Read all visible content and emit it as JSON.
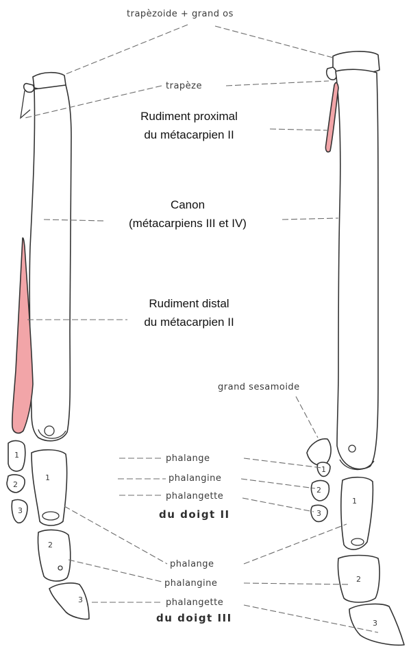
{
  "colors": {
    "rudiment_fill": "#f2a5a8",
    "line": "#333333",
    "background": "#ffffff"
  },
  "labels": {
    "trapezoide_grand_os": "trapèzoide + grand os",
    "trapeze": "trapèze",
    "rudiment_proximal_1": "Rudiment proximal",
    "rudiment_proximal_2": "du métacarpien II",
    "canon_1": "Canon",
    "canon_2": "(métacarpiens III et IV)",
    "rudiment_distal_1": "Rudiment distal",
    "rudiment_distal_2": "du métacarpien II",
    "grand_sesamoide": "grand sesamoide",
    "phalange_ii": "phalange",
    "phalangine_ii": "phalangine",
    "phalangette_ii": "phalangette",
    "du_doigt_ii": "du doigt II",
    "phalange_iii": "phalange",
    "phalangine_iii": "phalangine",
    "phalangette_iii": "phalangette",
    "du_doigt_iii": "du doigt III"
  },
  "bone_numbers": {
    "left_digit_ii": [
      "1",
      "2",
      "3"
    ],
    "left_digit_iii": [
      "1",
      "2",
      "3"
    ],
    "right_digit_ii": [
      "1",
      "2",
      "3"
    ],
    "right_digit_iii": [
      "1",
      "2",
      "3"
    ]
  }
}
